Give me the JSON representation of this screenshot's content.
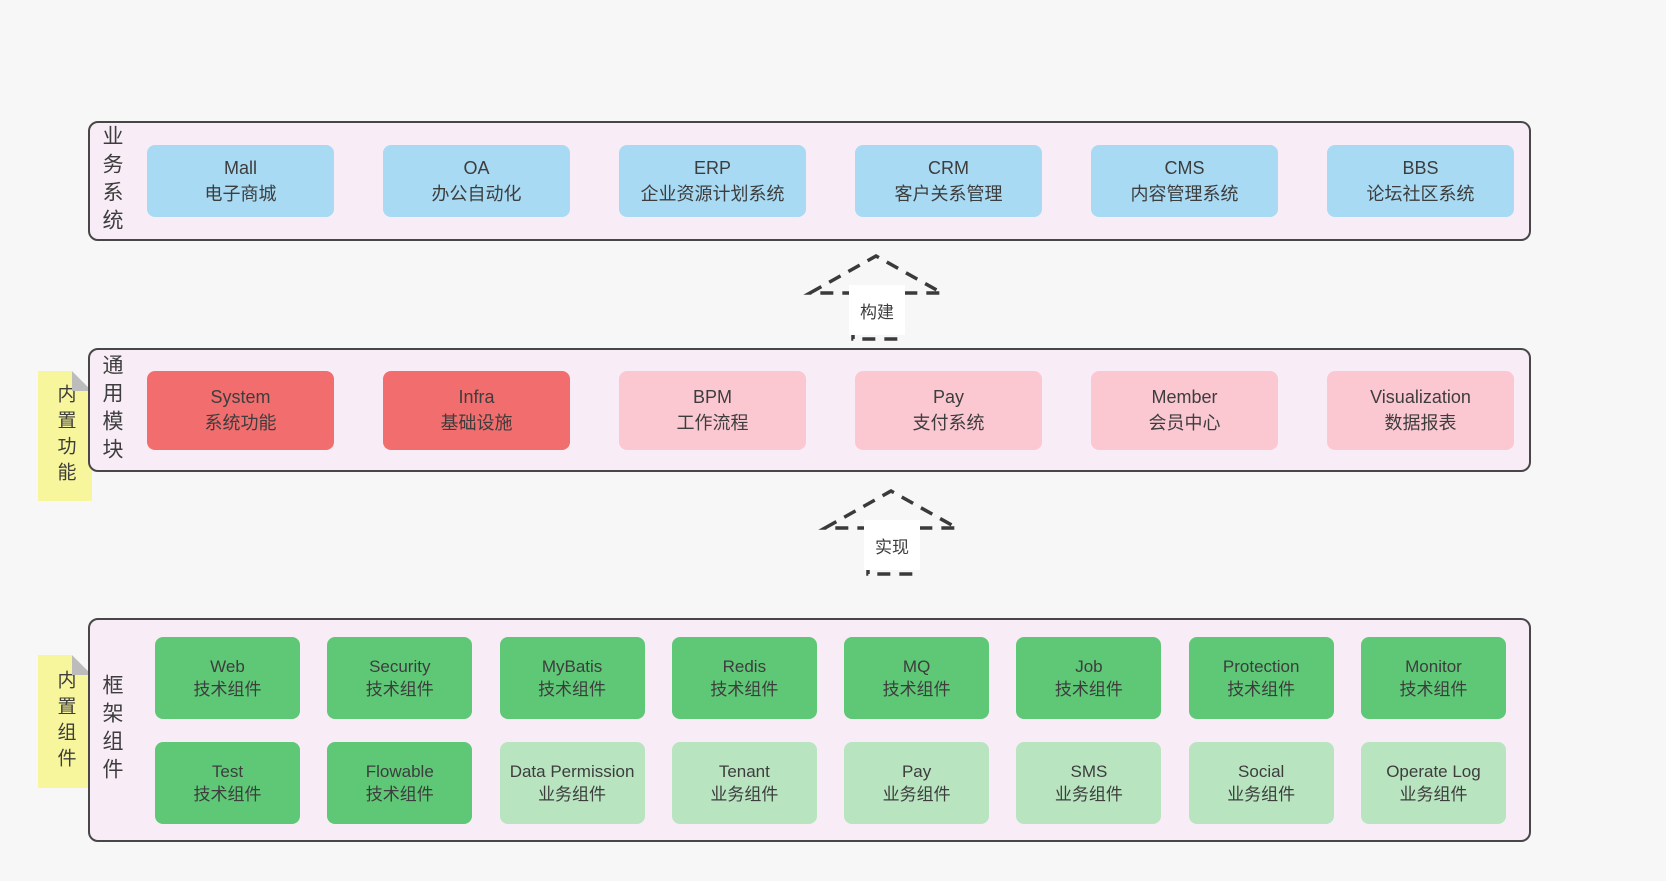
{
  "colors": {
    "canvas_bg": "#f7f7f7",
    "panel_bg": "#f8edf6",
    "panel_border": "#474747",
    "blue": "#a8daf3",
    "red": "#f26d6e",
    "pink": "#fbc8d2",
    "green": "#5ec876",
    "light_green": "#b8e4c0",
    "sticky_yellow": "#f8f69c",
    "sticky_fold": "#bcbcbc",
    "text": "#3d3d3d",
    "arrow": "#3a3a3a"
  },
  "arrows": [
    {
      "label": "构建"
    },
    {
      "label": "实现"
    }
  ],
  "layers": [
    {
      "id": "business",
      "label": "业务系统",
      "sticky": null,
      "rows": [
        [
          {
            "title": "Mall",
            "subtitle": "电子商城",
            "variant": "blue"
          },
          {
            "title": "OA",
            "subtitle": "办公自动化",
            "variant": "blue"
          },
          {
            "title": "ERP",
            "subtitle": "企业资源计划系统",
            "variant": "blue"
          },
          {
            "title": "CRM",
            "subtitle": "客户关系管理",
            "variant": "blue"
          },
          {
            "title": "CMS",
            "subtitle": "内容管理系统",
            "variant": "blue"
          },
          {
            "title": "BBS",
            "subtitle": "论坛社区系统",
            "variant": "blue"
          }
        ]
      ]
    },
    {
      "id": "modules",
      "label": "通用模块",
      "sticky": "内置功能",
      "rows": [
        [
          {
            "title": "System",
            "subtitle": "系统功能",
            "variant": "red"
          },
          {
            "title": "Infra",
            "subtitle": "基础设施",
            "variant": "red"
          },
          {
            "title": "BPM",
            "subtitle": "工作流程",
            "variant": "pink"
          },
          {
            "title": "Pay",
            "subtitle": "支付系统",
            "variant": "pink"
          },
          {
            "title": "Member",
            "subtitle": "会员中心",
            "variant": "pink"
          },
          {
            "title": "Visualization",
            "subtitle": "数据报表",
            "variant": "pink"
          }
        ]
      ]
    },
    {
      "id": "components",
      "label": "框架组件",
      "sticky": "内置组件",
      "rows": [
        [
          {
            "title": "Web",
            "subtitle": "技术组件",
            "variant": "green"
          },
          {
            "title": "Security",
            "subtitle": "技术组件",
            "variant": "green"
          },
          {
            "title": "MyBatis",
            "subtitle": "技术组件",
            "variant": "green"
          },
          {
            "title": "Redis",
            "subtitle": "技术组件",
            "variant": "green"
          },
          {
            "title": "MQ",
            "subtitle": "技术组件",
            "variant": "green"
          },
          {
            "title": "Job",
            "subtitle": "技术组件",
            "variant": "green"
          },
          {
            "title": "Protection",
            "subtitle": "技术组件",
            "variant": "green"
          },
          {
            "title": "Monitor",
            "subtitle": "技术组件",
            "variant": "green"
          }
        ],
        [
          {
            "title": "Test",
            "subtitle": "技术组件",
            "variant": "green"
          },
          {
            "title": "Flowable",
            "subtitle": "技术组件",
            "variant": "green"
          },
          {
            "title": "Data Permission",
            "subtitle": "业务组件",
            "variant": "light-green"
          },
          {
            "title": "Tenant",
            "subtitle": "业务组件",
            "variant": "light-green"
          },
          {
            "title": "Pay",
            "subtitle": "业务组件",
            "variant": "light-green"
          },
          {
            "title": "SMS",
            "subtitle": "业务组件",
            "variant": "light-green"
          },
          {
            "title": "Social",
            "subtitle": "业务组件",
            "variant": "light-green"
          },
          {
            "title": "Operate Log",
            "subtitle": "业务组件",
            "variant": "light-green"
          }
        ]
      ]
    }
  ]
}
